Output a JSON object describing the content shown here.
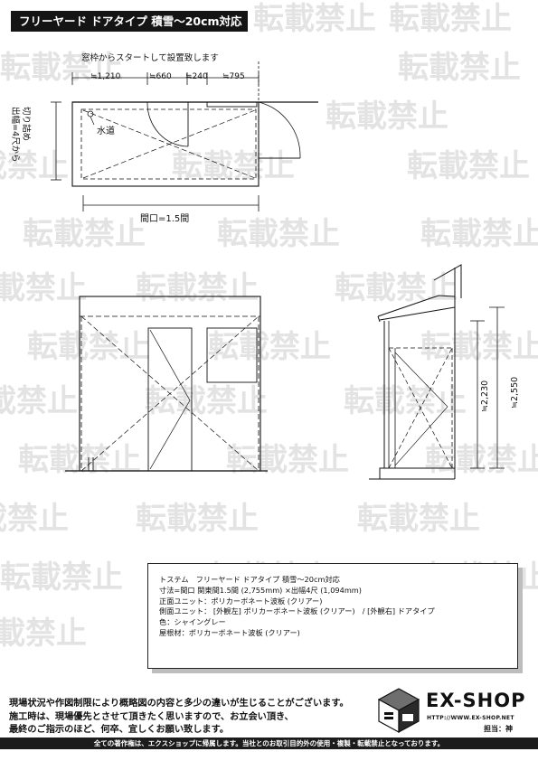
{
  "title": "フリーヤード ドアタイプ 積雪～20cm対応",
  "watermark": "転載禁止",
  "plan": {
    "start_note": "窓枠からスタートして設置致します",
    "dim_1": "≒1,210",
    "dim_2": "≒660",
    "dim_3": "≒240",
    "dim_4": "≒795",
    "water_label": "水道",
    "depth_label_1": "出幅=4尺から",
    "depth_label_2": "切り詰め",
    "width_label": "間口=1.5間"
  },
  "side": {
    "height_1": "≒2,230",
    "height_2": "≒2,550"
  },
  "spec": {
    "line_1": "トステム　フリーヤード ドアタイプ 積雪～20cm対応",
    "line_2": "寸法=間口 関東間1.5間 (2,755mm) ×出幅4尺 (1,094mm)",
    "line_3": "正面ユニット：ポリカーボネート波板 (クリアー)",
    "line_4": "側面ユニット： [外観左] ポリカーボネート波板 (クリアー)　/ [外観右] ドアタイプ",
    "line_5": "色：シャイングレー",
    "line_6": "屋根材：ポリカーボネート波板 (クリアー)"
  },
  "notice": {
    "line_1": "現場状況や作図制限により概略図の内容と多少の違いが生じることがございます。",
    "line_2": "施工時は、現場優先とさせて頂きたく思いますので、お立会い頂き、",
    "line_3": "最終のご指示のほど、何卒、宜しくお願い致します。"
  },
  "brand": {
    "name": "EX-SHOP",
    "url": "HTTP://WWW.EX-SHOP.NET",
    "person_label": "担当：神"
  },
  "footer": "全ての著作権は、エクスショップに帰属します。当社とのお取引目的外の使用・複製・転載禁止となっております。"
}
